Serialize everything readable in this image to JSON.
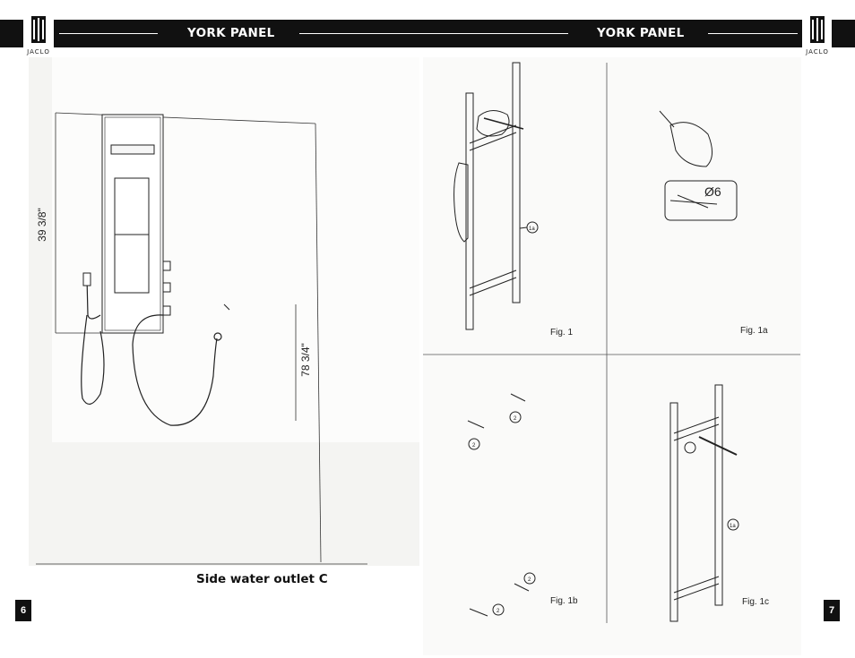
{
  "header": {
    "left_title": "YORK PANEL",
    "right_title": "YORK PANEL",
    "brand": "JACLO"
  },
  "page_left": {
    "number": "6",
    "caption": "Side water outlet C",
    "dim_top": "39 3/8\"",
    "dim_full": "78 3/4\""
  },
  "page_right": {
    "number": "7",
    "figures": [
      {
        "label": "Fig. 1",
        "callout": "1a"
      },
      {
        "label": "Fig. 1a",
        "drill_mark": "Ø6"
      },
      {
        "label": "Fig. 1b",
        "callout": "2"
      },
      {
        "label": "Fig. 1c",
        "callout": "1a"
      }
    ]
  },
  "colors": {
    "bar": "#111111",
    "scan_bg": "#f4f4f2",
    "line": "#333333"
  }
}
